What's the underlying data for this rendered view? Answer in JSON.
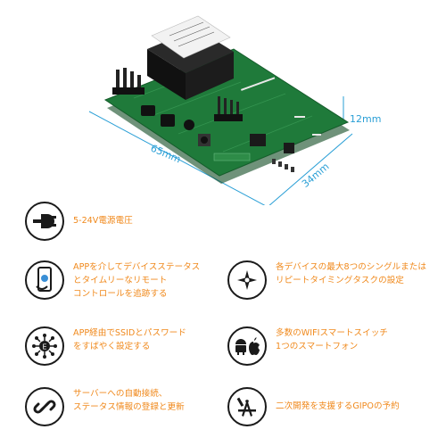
{
  "dimensions": {
    "height": "12mm",
    "length": "65mm",
    "width": "34mm"
  },
  "features": [
    {
      "icon": "power-plug-icon",
      "lines": [
        "5-24V電源電圧"
      ]
    },
    {
      "icon": "phone-app-icon",
      "lines": [
        "APPを介してデバイスステータス",
        "とタイムリーなリモート",
        "コントロールを追跡する"
      ]
    },
    {
      "icon": "compass-schedule-icon",
      "lines": [
        "各デバイスの最大8つのシングルまたは",
        "リピートタイミングタスクの設定"
      ]
    },
    {
      "icon": "network-ssid-icon",
      "lines": [
        "APP経由でSSIDとパスワード",
        "をすばやく設定する"
      ]
    },
    {
      "icon": "android-apple-icon",
      "lines": [
        "多数のWIFIスマートスイッチ",
        "1つのスマートフォン"
      ]
    },
    {
      "icon": "link-connection-icon",
      "lines": [
        "サーバーへの自動接続、",
        "ステータス情報の登録と更新"
      ]
    },
    {
      "icon": "development-tools-icon",
      "lines": [
        "二次開発を支援するGIPOの予約"
      ]
    }
  ],
  "colors": {
    "accent_text": "#f0891c",
    "dimension": "#2a9fd6",
    "pcb_green": "#1f7a3a"
  }
}
